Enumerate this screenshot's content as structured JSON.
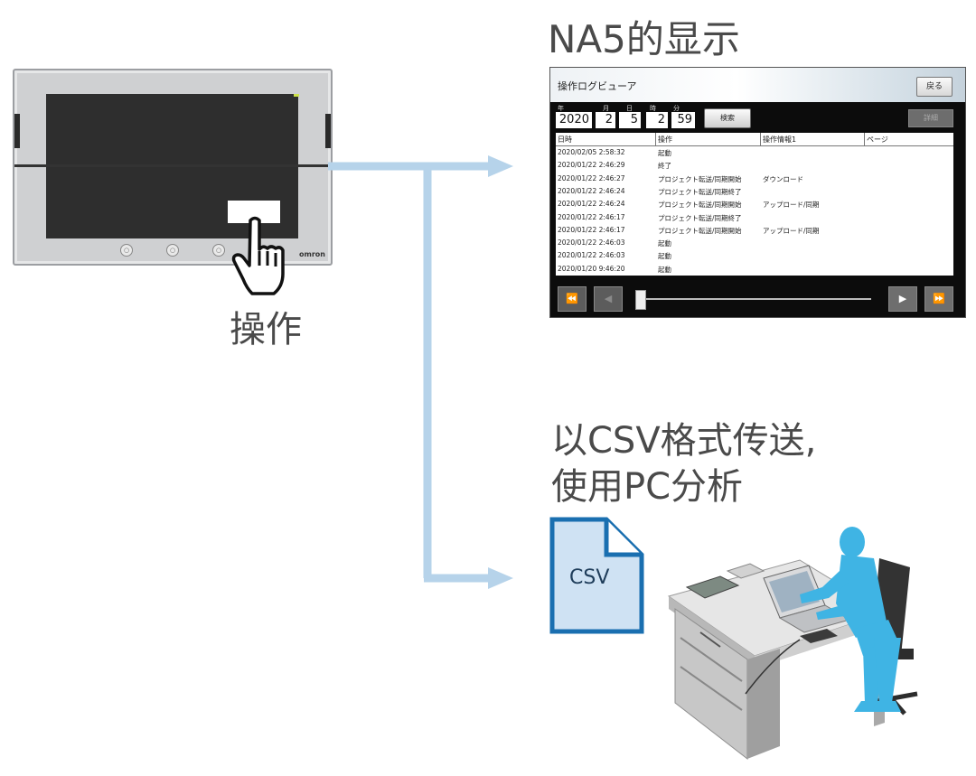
{
  "labels": {
    "display_title": "NA5的显示",
    "operation": "操作",
    "csv_line1": "以CSV格式传送,",
    "csv_line2": "使用PC分析",
    "csv_file": "CSV"
  },
  "hmi": {
    "brand": "omron",
    "buttons": [
      "○",
      "○",
      "○"
    ]
  },
  "viewer": {
    "title": "操作ログビューア",
    "back_button": "戻る",
    "search_button": "検索",
    "detail_button": "詳細",
    "date_labels": {
      "year": "年",
      "month": "月",
      "day": "日",
      "hour": "時",
      "minute": "分"
    },
    "date_values": {
      "year": "2020",
      "month": "2",
      "day": "5",
      "hour": "2",
      "minute": "59"
    },
    "columns": [
      "日時",
      "操作",
      "操作情報1",
      "ページ"
    ],
    "rows": [
      [
        "2020/02/05 2:58:32",
        "起動",
        "",
        ""
      ],
      [
        "2020/01/22 2:46:29",
        "終了",
        "",
        ""
      ],
      [
        "2020/01/22 2:46:27",
        "プロジェクト転送/同期開始",
        "ダウンロード",
        ""
      ],
      [
        "2020/01/22 2:46:24",
        "プロジェクト転送/同期終了",
        "",
        ""
      ],
      [
        "2020/01/22 2:46:24",
        "プロジェクト転送/同期開始",
        "アップロード/同期",
        ""
      ],
      [
        "2020/01/22 2:46:17",
        "プロジェクト転送/同期終了",
        "",
        ""
      ],
      [
        "2020/01/22 2:46:17",
        "プロジェクト転送/同期開始",
        "アップロード/同期",
        ""
      ],
      [
        "2020/01/22 2:46:03",
        "起動",
        "",
        ""
      ],
      [
        "2020/01/22 2:46:03",
        "起動",
        "",
        ""
      ],
      [
        "2020/01/20 9:46:20",
        "起動",
        "",
        ""
      ]
    ],
    "nav_icons": [
      "⏪",
      "◀",
      "▶",
      "⏩"
    ]
  },
  "colors": {
    "arrow": "#b6d3ea",
    "csv_icon_stroke": "#1a6fb0",
    "csv_icon_fill": "#cfe2f3",
    "person": "#3fb4e4"
  }
}
